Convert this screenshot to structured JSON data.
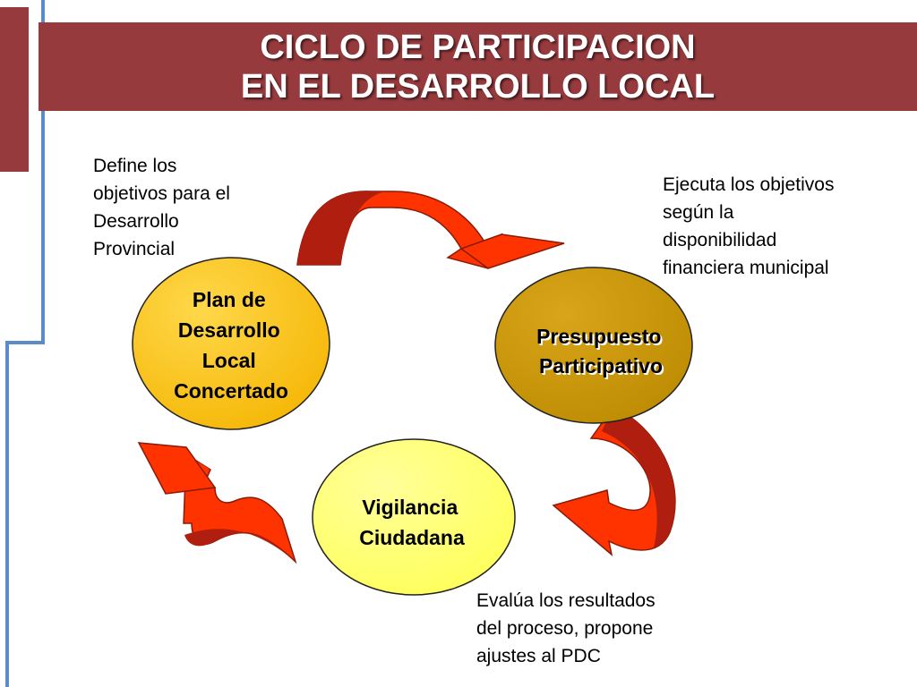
{
  "title": {
    "line1": "CICLO DE PARTICIPACION",
    "line2": "EN EL DESARROLLO LOCAL"
  },
  "nodes": {
    "plan": {
      "lines": [
        "Plan de",
        "Desarrollo",
        "Local",
        "Concertado"
      ],
      "fill": "#ffc000"
    },
    "presupuesto": {
      "lines": [
        "Presupuesto",
        "Participativo"
      ],
      "fill": "#cc9900"
    },
    "vigilancia": {
      "lines": [
        "Vigilancia",
        "Ciudadana"
      ],
      "fill": "#ffff66"
    }
  },
  "notes": {
    "plan": [
      "Define los",
      "objetivos para el",
      "Desarrollo",
      "Provincial"
    ],
    "presupuesto": [
      "Ejecuta los objetivos",
      "según la",
      "disponibilidad",
      "financiera municipal"
    ],
    "vigilancia": [
      "Evalúa los resultados",
      "del proceso, propone",
      "ajustes al PDC"
    ]
  },
  "colors": {
    "title_bar": "#963a3d",
    "accent_blue": "#5b8bc9",
    "arrow_red": "#ff3300",
    "arrow_dark": "#b01e10"
  },
  "icons": {
    "arrow_plan_to_presupuesto": "curved-arrow-icon",
    "arrow_presupuesto_to_vigilancia": "curved-arrow-icon",
    "arrow_vigilancia_to_plan": "curved-arrow-icon"
  }
}
